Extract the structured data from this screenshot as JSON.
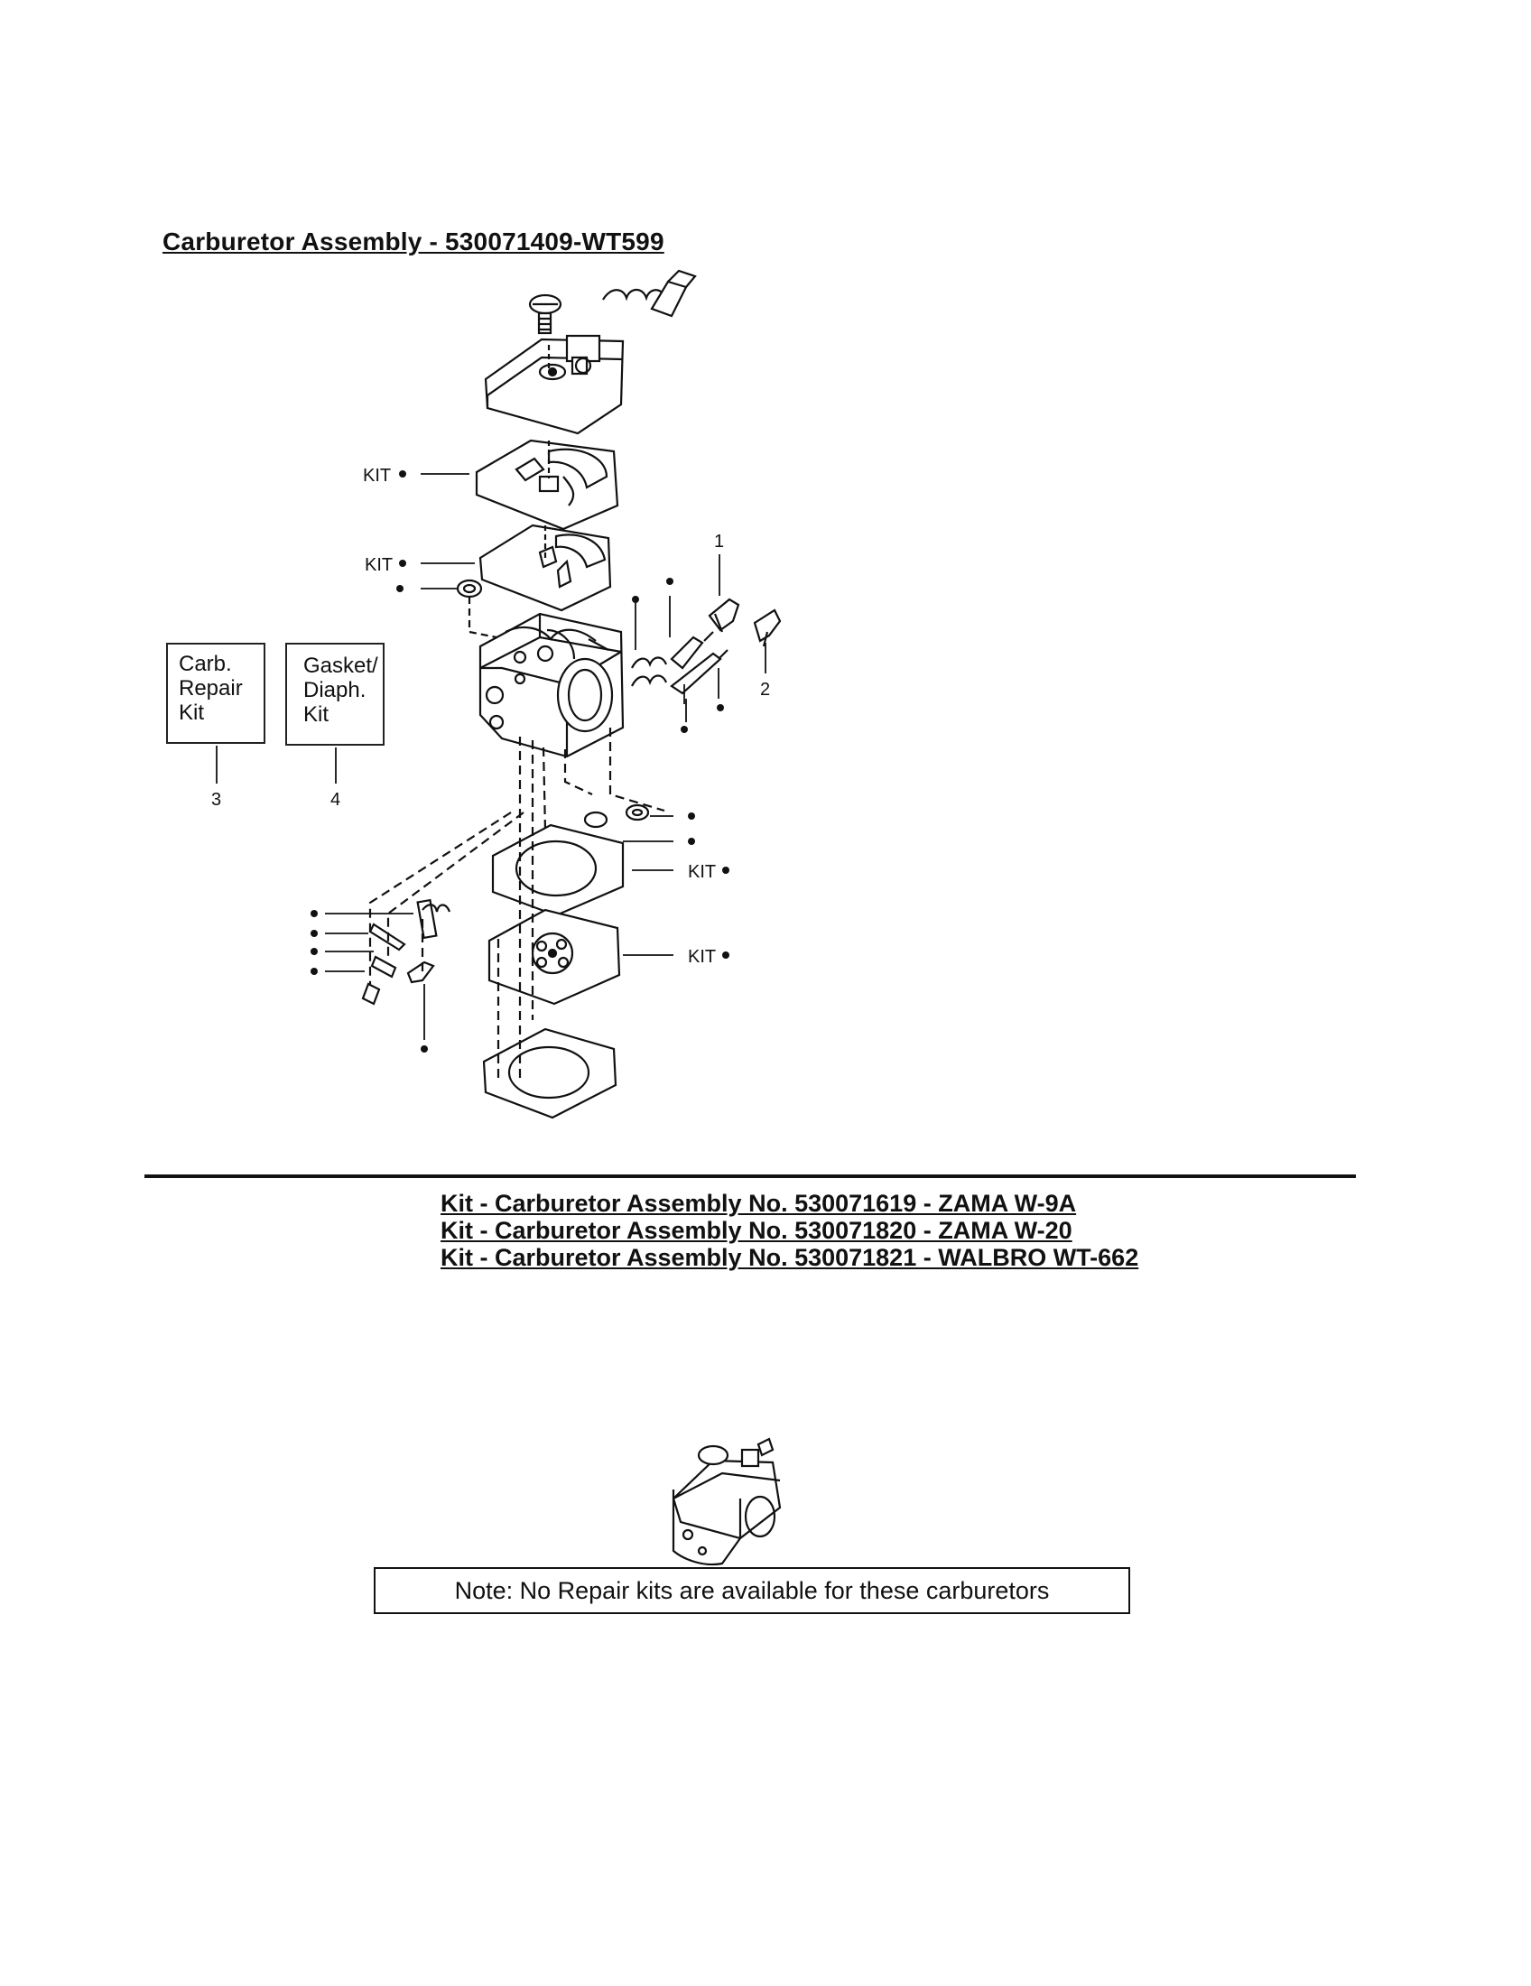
{
  "title": "Carburetor Assembly - 530071409-WT599",
  "callouts": {
    "kit_label": "KIT",
    "ref_numbers": [
      "1",
      "2",
      "3",
      "4"
    ]
  },
  "kit_boxes": [
    {
      "lines": [
        "Carb.",
        "Repair",
        "Kit"
      ],
      "ref": "3"
    },
    {
      "lines": [
        "Gasket/",
        "Diaph.",
        "Kit"
      ],
      "ref": "4"
    }
  ],
  "kit_headings": [
    "Kit - Carburetor Assembly No. 530071619 - ZAMA W-9A",
    "Kit - Carburetor Assembly No. 530071820 - ZAMA W-20",
    "Kit - Carburetor Assembly No. 530071821 - WALBRO WT-662"
  ],
  "note": "Note: No Repair kits are available for these carburetors"
}
